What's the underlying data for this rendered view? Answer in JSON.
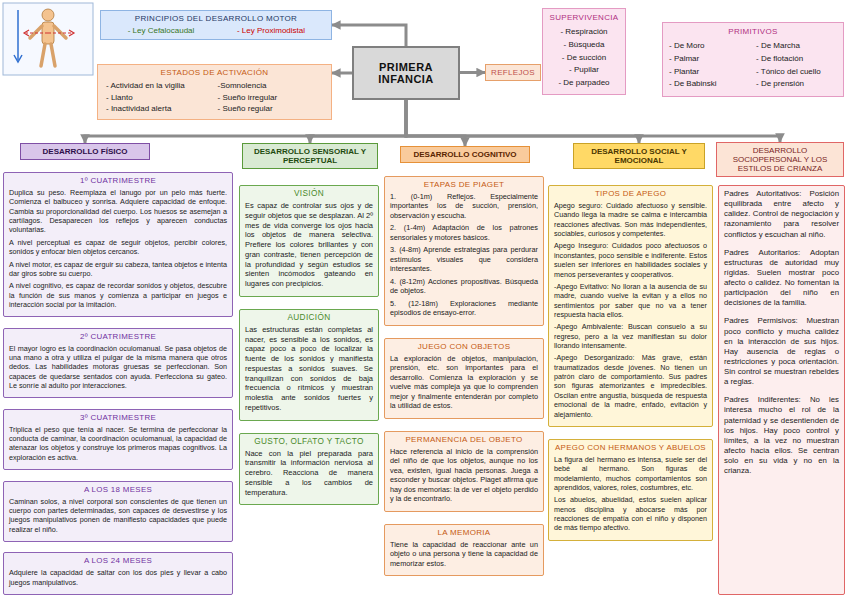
{
  "diagram": {
    "nodes": [
      {
        "text": [
          "PRIMERA INFANCIA"
        ]
      },
      {
        "text": [
          "PRINCIPIOS DEL DESARROLLO MOTOR",
          "- Ley Cefalocaudal",
          "- Ley Proximodistal"
        ]
      },
      {
        "text": [
          "ESTADOS DE ACTIVACIÓN",
          "- Actividad en la vigilia",
          "- Llanto",
          "- Inactividad alerta",
          "-Somnolencia",
          "- Sueño irregular",
          "- Sueño regular"
        ]
      },
      {
        "text": [
          "REFLEJOS"
        ]
      },
      {
        "text": [
          "SUPERVIVENCIA",
          "- Respiración",
          "- Búsqueda",
          "- De succión",
          "- Pupilar",
          "- De parpadeo"
        ]
      },
      {
        "text": [
          "PRIMITIVOS",
          "- De Moro",
          "- Palmar",
          "- Plantar",
          "- De Babinski",
          "- De Marcha",
          "- De flotación",
          "- Tónico del cuello",
          "- De prensión"
        ]
      },
      {
        "text": [
          "DESARROLLO FÍSICO"
        ]
      },
      {
        "text": [
          "DESARROLLO SENSORIAL Y PERCEPTUAL"
        ]
      },
      {
        "text": [
          "DESARROLLO COGNITIVO"
        ]
      },
      {
        "text": [
          "DESARROLLO SOCIAL Y EMOCIONAL"
        ]
      },
      {
        "text": [
          "DESARROLLO SOCIOPERSONAL Y LOS ESTILOS DE CRIANZA"
        ]
      },
      {
        "text": [
          "1º CUATRIMESTRE",
          "Duplica su peso. Reemplaza el lanugo por un pelo más fuerte. Comienza el balbuceo y sonrisa. Adquiere capacidad de enfoque. Cambia su proporcionalidad del cuerpo. Los huesos se asemejan a cartílagos. Desaparecen los reflejos y aparecen conductas voluntarias.",
          "A nivel perceptual es capaz de seguir objetos, percibir colores, sonidos y enfocar bien objetos cercanos.",
          "A nivel motor, es capaz de erguir su cabeza, tantea objetos e intenta dar giros sobre su cuerpo.",
          "A nivel cognitivo, es capaz de recordar sonidos y objetos, descubre la función de sus manos y comienza a participar en juegos e interacción social por la imitación."
        ]
      },
      {
        "text": [
          "2º CUATRIMESTRE",
          "El mayor logro es la coordinación oculomanual. Se pasa objetos de una mano a otra y utiliza el pulgar de la misma manera que otros dedos. Las habilidades motoras gruesas se perfeccionan. Son capaces de quedarse sentados con ayuda. Perfecciona su gateo. Le sonríe al adulto por interacciones."
        ]
      },
      {
        "text": [
          "3º CUATRIMESTRE",
          "Triplica el peso que tenía al nacer. Se termina de perfeccionar la conducta de caminar, la coordinación oculomanual, la capacidad de atenazar los objetos y construye los primeros mapas cognitivos. La exploración es activa."
        ]
      },
      {
        "text": [
          "A LOS 18 MESES",
          "Caminan solos, a nivel corporal son conscientes de que tienen un cuerpo con partes determinadas, son capaces de desvestirse y los juegos manipulativos ponen de manifiesto capacidades que puede realizar el niño."
        ]
      },
      {
        "text": [
          "A LOS 24 MESES",
          "Adquiere la capacidad de saltar con los dos pies y llevar a cabo juegos manipulativos."
        ]
      },
      {
        "text": [
          "VISIÓN",
          "Es capaz de controlar sus ojos y de seguir objetos que se desplazan. Al 2º mes de vida converge los ojos hacia los objetos de manera selectiva. Prefiere los colores brillantes y con gran contraste, tienen percepción de la profundidad y según estudios se sienten incómodos gateando en lugares con precipicios."
        ]
      },
      {
        "text": [
          "AUDICIÓN",
          "Las estructuras están completas al nacer, es sensible a los sonidos, es capaz poco a poco de localizar la fuente de los sonidos y manifiesta respuestas a sonidos suaves. Se tranquilizan con sonidos de baja frecuencia o rítmicos y muestran molestia ante sonidos fuertes y repetitivos."
        ]
      },
      {
        "text": [
          "GUSTO, OLFATO Y TACTO",
          "Nace con la piel preparada para transmitir la información nerviosa al cerebro. Reacciona de manera sensible a los cambios de temperatura."
        ]
      },
      {
        "text": [
          "ETAPAS DE PIAGET",
          "1. (0-1m) Reflejos. Especialmente importantes los de succión, prensión, observación y escucha.",
          "2. (1-4m) Adaptación de los patrones sensoriales y motores básicos.",
          "3. (4-8m) Aprende estrategias para perdurar estímulos visuales que considera interesantes.",
          "4. (8-12m) Acciones propositivas. Búsqueda de objetos.",
          "5. (12-18m) Exploraciones mediante episodios de ensayo-error."
        ]
      },
      {
        "text": [
          "JUEGO CON OBJETOS",
          "La exploración de objetos, manipulación, prensión, etc. son importantes para el desarrollo. Comienza la exploración y se vuelve más compleja ya que lo comprenden mejor y finalmente entenderán por completo la utilidad de estos."
        ]
      },
      {
        "text": [
          "PERMANENCIA DEL OBJETO",
          "Hace referencia al inicio de la comprensión del niño de que los objetos, aunque no los vea, existen, igual hacia personas. Juega a esconder y buscar objetos. Piaget afirma que hay dos memorias: la de ver el objeto perdido y la de encontrarlo."
        ]
      },
      {
        "text": [
          "LA MEMORIA",
          "Tiene la capacidad de reaccionar ante un objeto o una persona y tiene la capacidad de memorizar estos."
        ]
      },
      {
        "text": [
          "TIPOS DE APEGO",
          "Apego seguro: Cuidado afectuoso y sensible. Cuando llega la madre se calma e intercambia reacciones afectivas. Son más independientes, sociables, curiosos y competentes.",
          "Apego Inseguro: Cuidados poco afectuosos o inconstantes, poco sensible e indiferente. Estos suelen ser inferiores en habilidades sociales y menos perseverantes y cooperativos.",
          "-Apego Evitativo: No lloran a la ausencia de su madre, cuando vuelve la evitan y a ellos no sentimientos por saber que no va a tener respuesta hacia ellos.",
          "-Apego Ambivalente: Buscan consuelo a su regreso, pero a la vez manifiestan su dolor llorando intensamente.",
          "-Apego Desorganizado: Más grave, están traumatizados desde jóvenes. No tienen un patrón claro de comportamiento. Sus padres son figuras atemorizantes e impredecibles. Oscilan entre angustia, búsqueda de respuesta emocional de la madre, enfado, evitación y alejamiento."
        ]
      },
      {
        "text": [
          "APEGO CON HERMANOS Y ABUELOS",
          "La figura del hermano es intensa, suele ser del bebé al hermano. Son figuras de modelamiento, muchos comportamientos son aprendidos, valores, roles, costumbres, etc.",
          "Los abuelos, abuelidad, estos suelen aplicar menos disciplina y abocarse más por reacciones de empatía con el niño y disponen de más tiempo afectivo."
        ]
      },
      {
        "text": [
          "Padres Autoritativos: Posición equilibrada entre afecto y calidez. Control de negociación y razonamiento para resolver conflictos y escuchan al niño.",
          "Padres Autoritarios: Adoptan estructuras de autoridad muy rígidas. Suelen mostrar poco afecto o calidez. No fomentan la participación del niño en decisiones de la familia.",
          "Padres Permisivos: Muestran poco conflicto y mucha calidez en la interacción de sus hijos. Hay ausencia de reglas o restricciones y poca orientación. Sin control se muestran rebeldes a reglas.",
          "Padres Indiferentes: No les interesa mucho el rol de la paternidad y se desentienden de los hijos. Hay poco control y límites, a la vez no muestran afecto hacia ellos. Se centran solo en su vida y no en la crianza."
        ]
      }
    ],
    "edges": [
      {
        "from": 0,
        "to": 1,
        "arrow": "to"
      },
      {
        "from": 0,
        "to": 2,
        "arrow": "to"
      },
      {
        "from": 0,
        "to": 3,
        "arrow": "to"
      },
      {
        "from": 0,
        "to": 6,
        "arrow": "to"
      },
      {
        "from": 0,
        "to": 7,
        "arrow": "to"
      },
      {
        "from": 0,
        "to": 8,
        "arrow": "to"
      },
      {
        "from": 0,
        "to": 9,
        "arrow": "to"
      },
      {
        "from": 0,
        "to": 10,
        "arrow": "to"
      }
    ]
  }
}
